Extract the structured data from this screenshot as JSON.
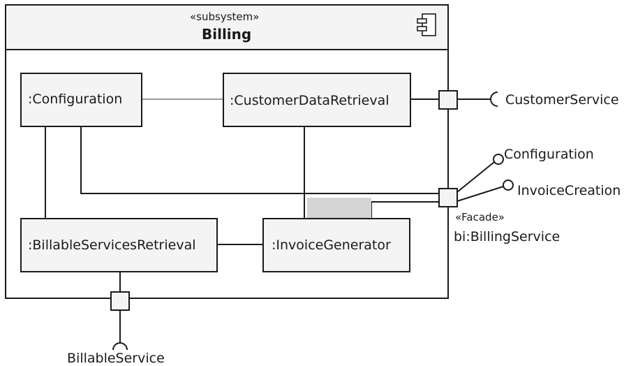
{
  "subsystem": {
    "stereotype": "«subsystem»",
    "name": "Billing"
  },
  "parts": {
    "configuration": ":Configuration",
    "customer_data_retrieval": ":CustomerDataRetrieval",
    "billable_services_retrieval": ":BillableServicesRetrieval",
    "invoice_generator": ":InvoiceGenerator"
  },
  "interfaces": {
    "customer_service": "CustomerService",
    "configuration": "Configuration",
    "invoice_creation": "InvoiceCreation",
    "billable_service": "BillableService"
  },
  "facade_port": {
    "stereotype": "«Facade»",
    "name": "bi:BillingService"
  },
  "colors": {
    "line": "#1a1a1a",
    "header_fill": "#f4f4f4",
    "part_fill": "#f4f4f4",
    "shadow": "#d4d4d4",
    "faint_line": "#9a9a9a"
  }
}
